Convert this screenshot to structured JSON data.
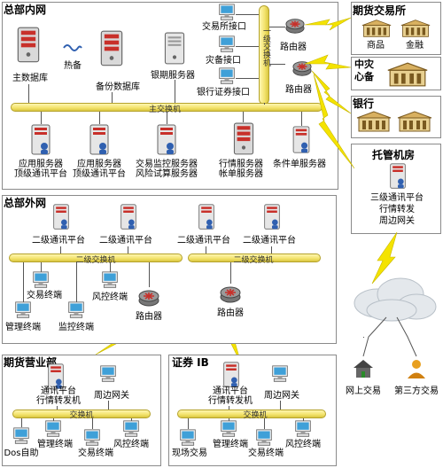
{
  "frames": {
    "hq_internal": "总部内网",
    "hq_external": "总部外网",
    "futures_office": "期货营业部",
    "securities_ib": "证券 IB",
    "futures_exchange": "期货交易所",
    "disaster_center": "中灾\n心备",
    "bank": "银行",
    "hosting_room": "托管机房"
  },
  "hq_internal": {
    "main_db": "主数据库",
    "hot_standby": "热备",
    "backup_db": "备份数据库",
    "bank_server": "银期服务器",
    "exchange_interface": "交易所接口",
    "disaster_interface": "灾备接口",
    "bank_interface": "银行证券接口",
    "level1_switch": "一级交换机",
    "router1": "路由器",
    "router2": "路由器",
    "main_switch": "主交换机",
    "app_server1_l1": "应用服务器",
    "app_server1_l2": "顶级通讯平台",
    "app_server2_l1": "应用服务器",
    "app_server2_l2": "顶级通讯平台",
    "trade_monitor_l1": "交易监控服务器",
    "trade_monitor_l2": "风险试算服务器",
    "quote_server_l1": "行情服务器",
    "quote_server_l2": "帐单服务器",
    "condition_server": "条件单服务器"
  },
  "exchange": {
    "goods": "商品",
    "finance": "金融"
  },
  "hosting": {
    "line1": "三级通讯平台",
    "line2": "行情转发",
    "line3": "周边网关"
  },
  "hq_external": {
    "platforms": [
      "二级通讯平台",
      "二级通讯平台",
      "二级通讯平台",
      "二级通讯平台"
    ],
    "switch_left": "二级交换机",
    "switch_right": "二级交换机",
    "trade_terminal": "交易终端",
    "risk_terminal": "风控终端",
    "mgmt_terminal": "管理终端",
    "monitor_terminal": "监控终端",
    "router_a": "路由器",
    "router_b": "路由器"
  },
  "futures_office": {
    "comm_l1": "通讯平台",
    "comm_l2": "行情转发机",
    "gateway": "周边网关",
    "switch": "交换机",
    "dos": "Dos自助",
    "mgmt": "管理终端",
    "trade": "交易终端",
    "risk": "风控终端"
  },
  "securities_ib": {
    "comm_l1": "通讯平台",
    "comm_l2": "行情转发机",
    "gateway": "周边网关",
    "switch": "交换机",
    "onsite": "现场交易",
    "mgmt": "管理终端",
    "trade": "交易终端",
    "risk": "风控终端"
  },
  "internet": {
    "online": "网上交易",
    "third_party": "第三方交易"
  },
  "colors": {
    "bus": "#f2e26a",
    "router": "#7a7a7a",
    "lightning": "#f4e300",
    "server": "#c8302a"
  }
}
